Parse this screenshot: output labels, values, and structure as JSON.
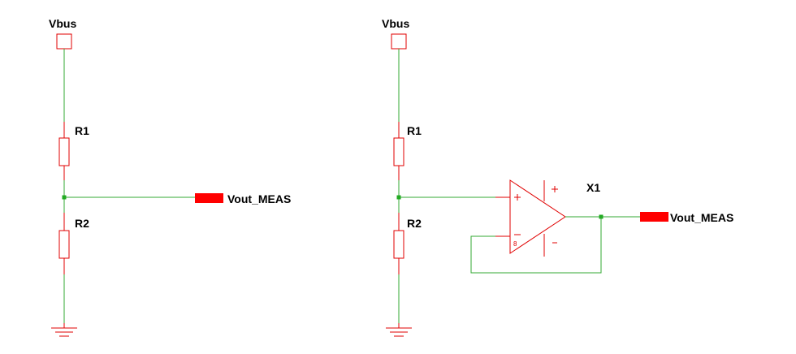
{
  "colors": {
    "wire": "#33aa33",
    "component": "#e00000",
    "junction": "#22aa22",
    "port": "#ff0000",
    "text": "#000000"
  },
  "left_circuit": {
    "supply_label": "Vbus",
    "r1_label": "R1",
    "r2_label": "R2",
    "output_label": "Vout_MEAS"
  },
  "right_circuit": {
    "supply_label": "Vbus",
    "r1_label": "R1",
    "r2_label": "R2",
    "opamp_label": "X1",
    "opamp_pin_marker": "8",
    "output_label": "Vout_MEAS"
  }
}
